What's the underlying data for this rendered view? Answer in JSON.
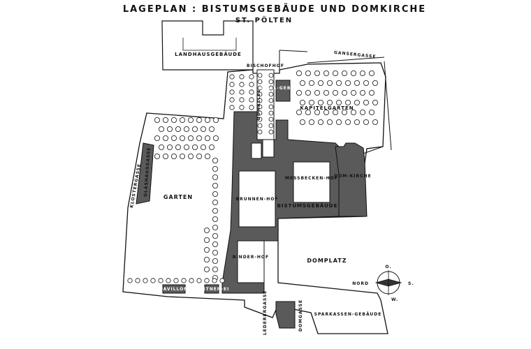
{
  "title": "LAGEPLAN : BISTUMSGEBÄUDE UND DOMKIRCHE",
  "subtitle": "ST. PÖLTEN",
  "labels": {
    "landhaus": "LANDHAUSGEBÄUDE",
    "bischofhof": "BISCHOFHOF",
    "domallee": "DOMALLEE",
    "stallgebaeude": "STALL-GEBÄUDE",
    "kapitelgarten": "KAPITELGARTEN",
    "gansergasse": "GANSERGASSE",
    "klostergasse": "KLOSTERGASSE",
    "glashausgasse": "GLASHAUSGASSE",
    "garten": "GARTEN",
    "brunnenhof": "BRUNNEN-HOF",
    "messbeckenhof": "MESSBECKEN-HOF",
    "domkirche": "DOM-KIRCHE",
    "bistumsgebaeude": "BISTUMSGEBÄUDE",
    "binderhof": "BINDER-HOF",
    "domplatz": "DOMPLATZ",
    "pavillon": "PAVILLON",
    "gaertnerei": "GÄRTNER-EI",
    "lederergasse": "LEDERERGASSE",
    "domgasse": "DOMGASSE",
    "sparkasse": "SPARKASSEN-GEBÄUDE"
  },
  "compass": {
    "north": "NORD",
    "south": "S.",
    "east": "O.",
    "west": "W."
  },
  "colors": {
    "building": "#5a5a5a",
    "outline": "#111111",
    "court": "#ffffff"
  }
}
